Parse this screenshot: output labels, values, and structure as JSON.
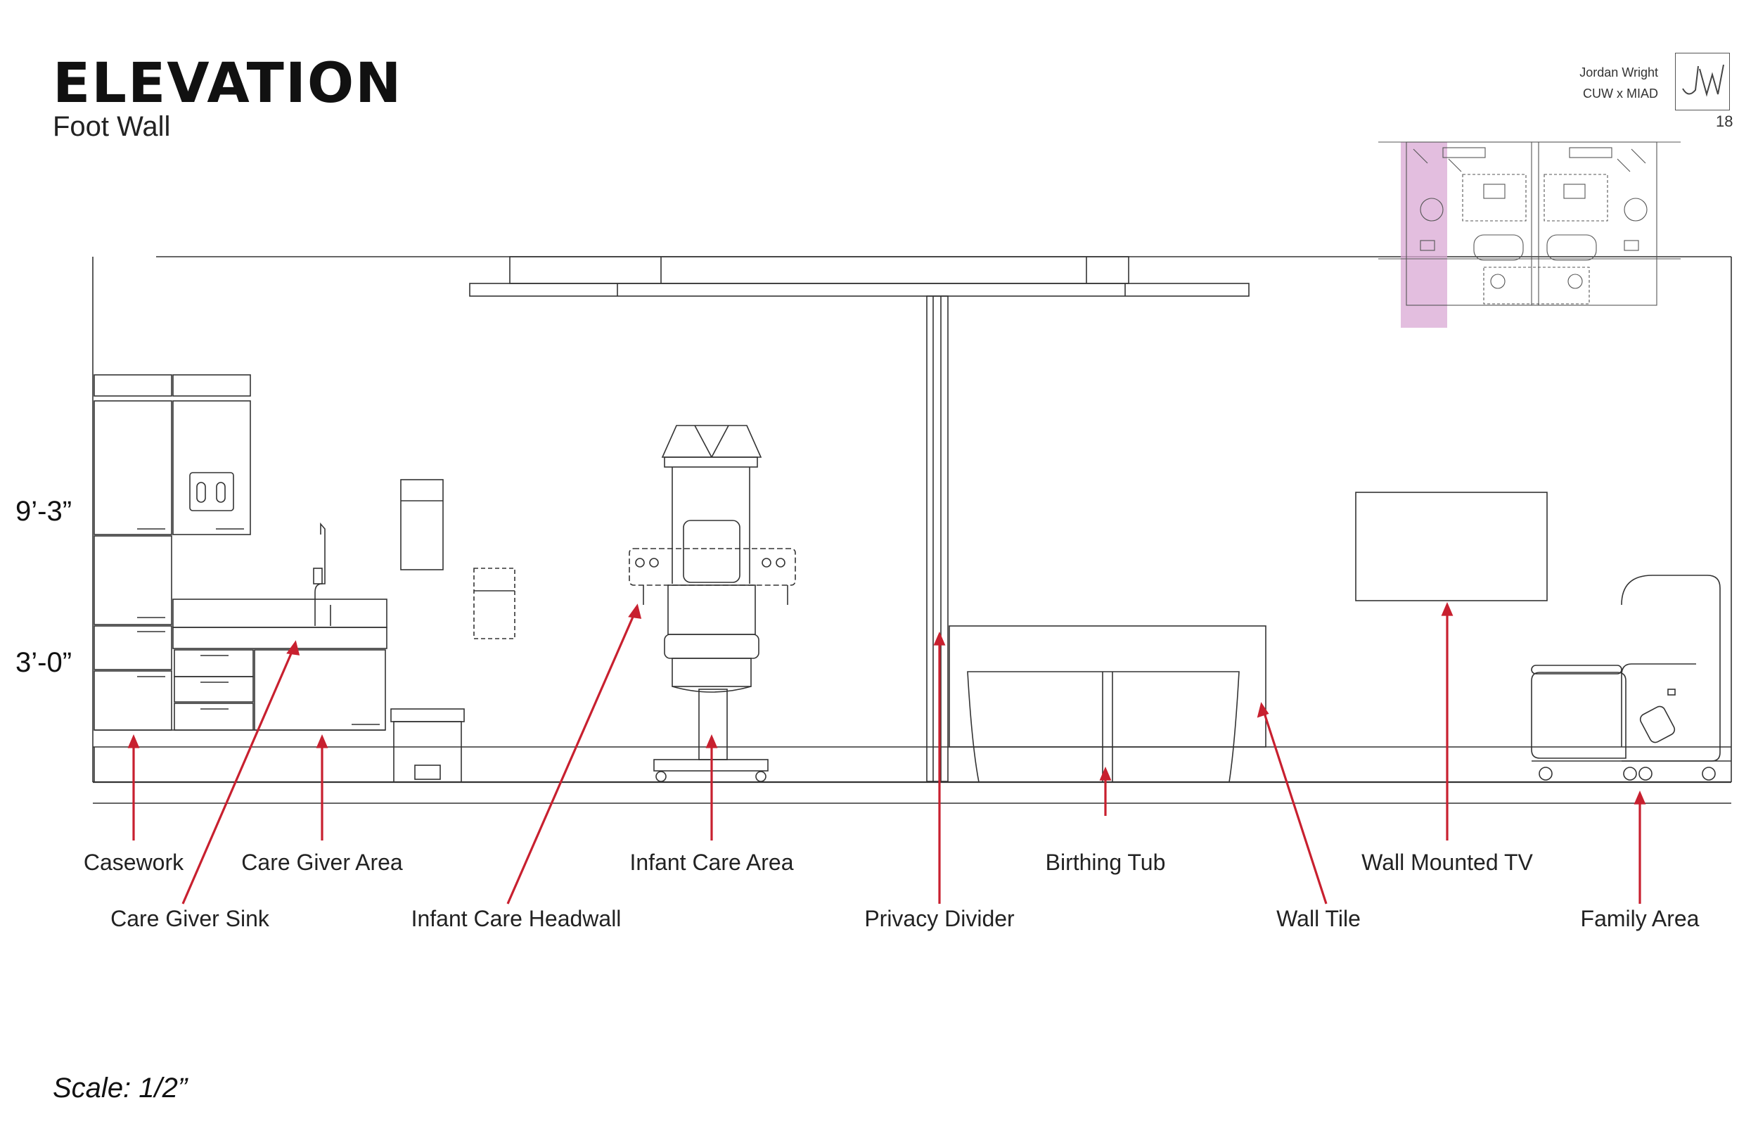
{
  "header": {
    "title": "ELEVATION",
    "subtitle": "Foot Wall",
    "author_name": "Jordan Wright",
    "author_org": "CUW x MIAD",
    "logo_text": "JW",
    "page_number": "18"
  },
  "dimensions": {
    "upper": "9’-3”",
    "lower": "3’-0”"
  },
  "labels": {
    "casework": "Casework",
    "care_giver_area": "Care Giver Area",
    "care_giver_sink": "Care Giver Sink",
    "infant_care_headwall": "Infant Care Headwall",
    "infant_care_area": "Infant Care Area",
    "privacy_divider": "Privacy Divider",
    "birthing_tub": "Birthing Tub",
    "wall_tile": "Wall Tile",
    "wall_mounted_tv": "Wall Mounted TV",
    "family_area": "Family Area"
  },
  "footer": {
    "scale": "Scale: 1/2”"
  },
  "colors": {
    "callout": "#c8202f",
    "line": "#333333",
    "highlight": "#d9a8d4"
  }
}
